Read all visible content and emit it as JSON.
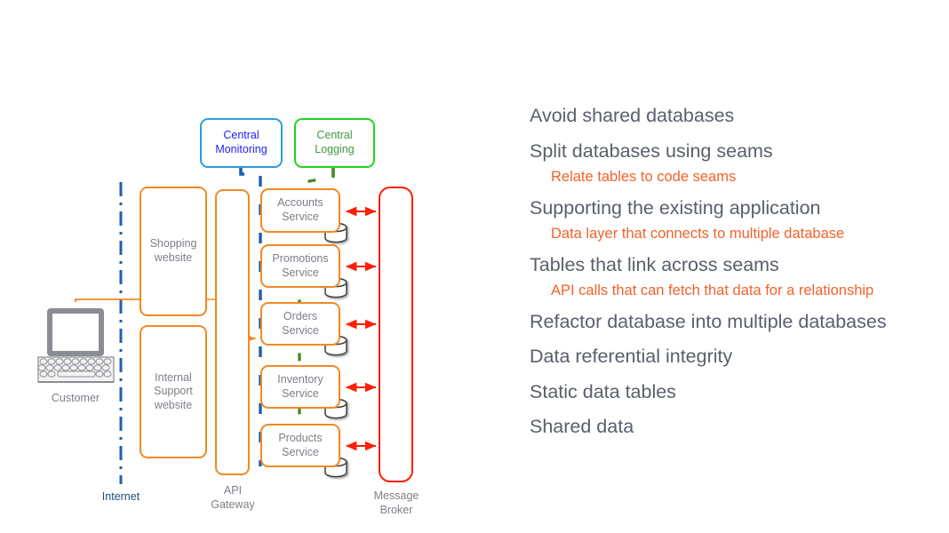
{
  "diagram": {
    "monitoring": {
      "label": "Central\nMonitoring",
      "line1": "Central",
      "line2": "Monitoring",
      "border_color": "#2e9bdf",
      "text_color": "#2222ee"
    },
    "logging": {
      "label": "Central\nLogging",
      "line1": "Central",
      "line2": "Logging",
      "border_color": "#22d51e",
      "text_color": "#3f9b44"
    },
    "channels": [
      {
        "name": "shopping-website",
        "line1": "Shopping",
        "line2": "website",
        "line3": ""
      },
      {
        "name": "internal-support-website",
        "line1": "Internal",
        "line2": "Support",
        "line3": "website"
      }
    ],
    "api_gateway": {
      "caption_line1": "API",
      "caption_line2": "Gateway"
    },
    "message_broker": {
      "caption_line1": "Message",
      "caption_line2": "Broker"
    },
    "internet_label": "Internet",
    "customer_label": "Customer",
    "services": [
      {
        "line1": "Accounts",
        "line2": "Service"
      },
      {
        "line1": "Promotions",
        "line2": "Service"
      },
      {
        "line1": "Orders",
        "line2": "Service"
      },
      {
        "line1": "Inventory",
        "line2": "Service"
      },
      {
        "line1": "Products",
        "line2": "Service"
      }
    ],
    "colors": {
      "orange": "#f08a24",
      "orange_light": "#f9ab5e",
      "red": "#fe1e00",
      "blue_line": "#1f5fae",
      "green_line": "#4b8b1f",
      "gray_text": "#7b7f87",
      "navy": "#1f4e79"
    }
  },
  "bullets": [
    {
      "type": "main",
      "text": "Avoid shared databases"
    },
    {
      "type": "main",
      "text": "Split databases using seams"
    },
    {
      "type": "sub",
      "text": "Relate tables to code seams"
    },
    {
      "type": "main",
      "text": "Supporting the existing application"
    },
    {
      "type": "sub",
      "text": "Data layer that connects to multiple database"
    },
    {
      "type": "main",
      "text": "Tables that link across seams"
    },
    {
      "type": "sub",
      "text": "API calls that can fetch that data for a relationship"
    },
    {
      "type": "main",
      "text": "Refactor database into multiple databases"
    },
    {
      "type": "main",
      "text": "Data referential integrity"
    },
    {
      "type": "main",
      "text": "Static data tables"
    },
    {
      "type": "main",
      "text": "Shared data"
    }
  ]
}
